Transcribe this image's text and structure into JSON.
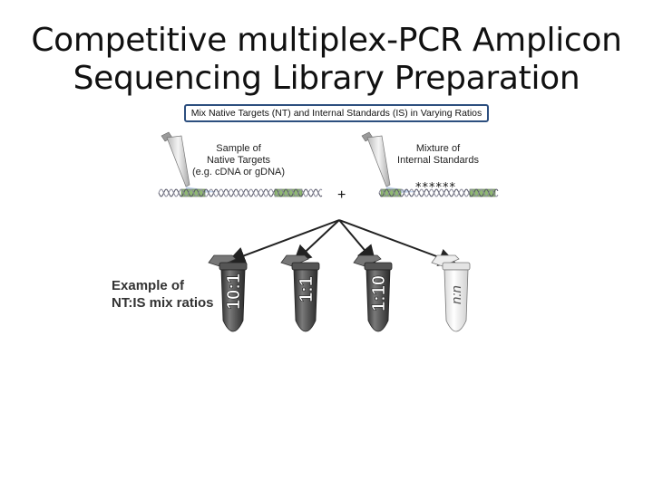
{
  "title_line1": "Competitive multiplex-PCR Amplicon",
  "title_line2": "Sequencing Library Preparation",
  "banner": "Mix Native Targets (NT) and Internal Standards (IS) in Varying Ratios",
  "left_label": [
    "Sample of",
    "Native Targets",
    "(e.g. cDNA or gDNA)"
  ],
  "right_label": [
    "Mixture of",
    "Internal Standards"
  ],
  "plus": "+",
  "stars": "******",
  "example": [
    "Example of",
    "NT:IS mix ratios"
  ],
  "tubes": [
    {
      "label": "10:1",
      "shade": "dark"
    },
    {
      "label": "1:1",
      "shade": "dark"
    },
    {
      "label": "1:10",
      "shade": "dark"
    },
    {
      "label": "n:n",
      "shade": "light"
    }
  ],
  "colors": {
    "banner_border": "#2d4f7f",
    "amplicon_green": "#8fb872",
    "tube_dark": "#4a4a4a"
  }
}
